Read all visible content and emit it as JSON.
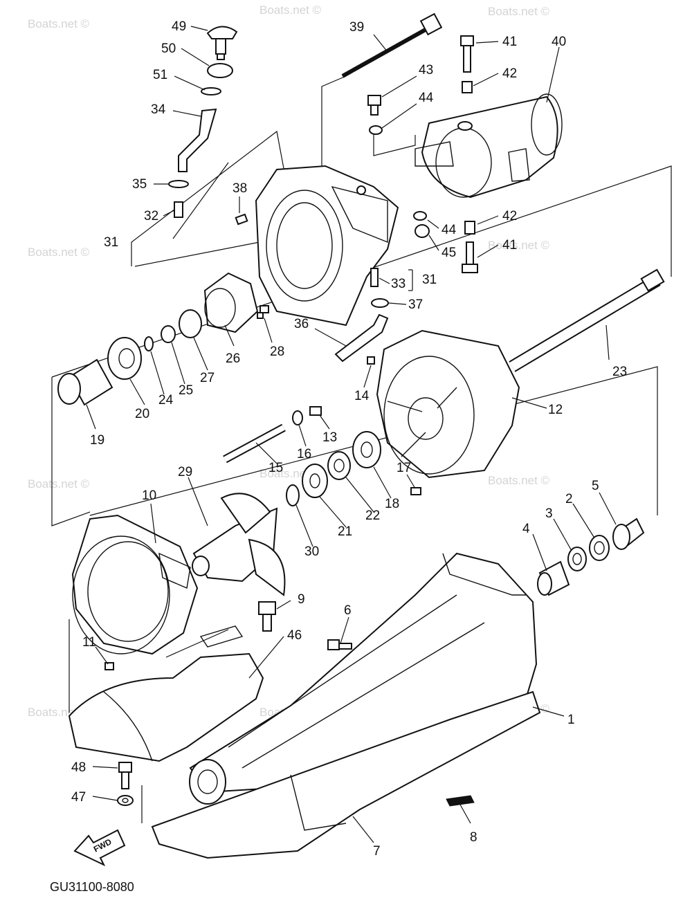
{
  "watermark": "Boats.net ©",
  "drawing_code": "GU31100-8080",
  "direction_label": "FWD",
  "callouts": {
    "c1": "1",
    "c2": "2",
    "c3": "3",
    "c4": "4",
    "c5": "5",
    "c6": "6",
    "c7": "7",
    "c8": "8",
    "c9": "9",
    "c10": "10",
    "c11": "11",
    "c12": "12",
    "c13": "13",
    "c14": "14",
    "c15": "15",
    "c16": "16",
    "c17": "17",
    "c18": "18",
    "c19": "19",
    "c20": "20",
    "c21": "21",
    "c22": "22",
    "c23": "23",
    "c24": "24",
    "c25": "25",
    "c26": "26",
    "c27": "27",
    "c28": "28",
    "c29": "29",
    "c30": "30",
    "c31a": "31",
    "c31b": "31",
    "c32": "32",
    "c33": "33",
    "c34": "34",
    "c35": "35",
    "c36": "36",
    "c37": "37",
    "c38": "38",
    "c39": "39",
    "c40": "40",
    "c41a": "41",
    "c41b": "41",
    "c42a": "42",
    "c42b": "42",
    "c43": "43",
    "c44a": "44",
    "c44b": "44",
    "c45": "45",
    "c46": "46",
    "c47": "47",
    "c48": "48",
    "c49": "49",
    "c50": "50",
    "c51": "51"
  }
}
